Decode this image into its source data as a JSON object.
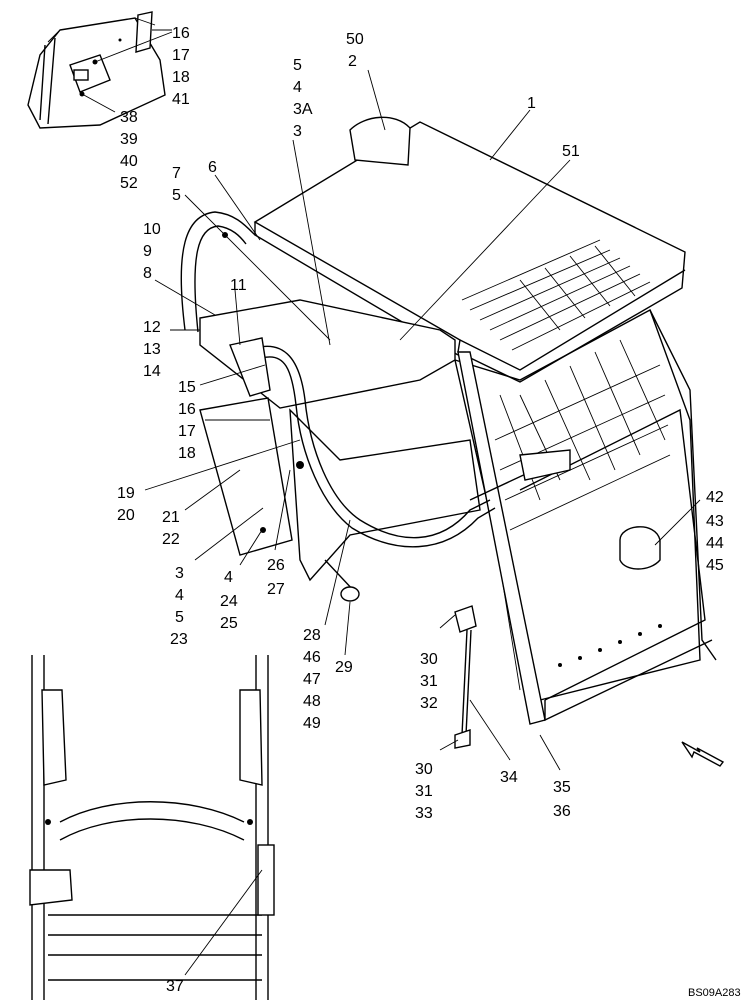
{
  "diagram": {
    "reference_code": "BS09A283",
    "callouts": [
      {
        "id": "c-16a",
        "text": "16"
      },
      {
        "id": "c-17a",
        "text": "17"
      },
      {
        "id": "c-18a",
        "text": "18"
      },
      {
        "id": "c-41",
        "text": "41"
      },
      {
        "id": "c-38",
        "text": "38"
      },
      {
        "id": "c-39",
        "text": "39"
      },
      {
        "id": "c-40",
        "text": "40"
      },
      {
        "id": "c-52",
        "text": "52"
      },
      {
        "id": "c-50",
        "text": "50"
      },
      {
        "id": "c-2",
        "text": "2"
      },
      {
        "id": "c-5a",
        "text": "5"
      },
      {
        "id": "c-4a",
        "text": "4"
      },
      {
        "id": "c-3A",
        "text": "3A"
      },
      {
        "id": "c-3a",
        "text": "3"
      },
      {
        "id": "c-1",
        "text": "1"
      },
      {
        "id": "c-51",
        "text": "51"
      },
      {
        "id": "c-7",
        "text": "7"
      },
      {
        "id": "c-5b",
        "text": "5"
      },
      {
        "id": "c-6",
        "text": "6"
      },
      {
        "id": "c-10",
        "text": "10"
      },
      {
        "id": "c-9",
        "text": "9"
      },
      {
        "id": "c-8",
        "text": "8"
      },
      {
        "id": "c-11",
        "text": "11"
      },
      {
        "id": "c-12",
        "text": "12"
      },
      {
        "id": "c-13",
        "text": "13"
      },
      {
        "id": "c-14",
        "text": "14"
      },
      {
        "id": "c-15",
        "text": "15"
      },
      {
        "id": "c-16b",
        "text": "16"
      },
      {
        "id": "c-17b",
        "text": "17"
      },
      {
        "id": "c-18b",
        "text": "18"
      },
      {
        "id": "c-19",
        "text": "19"
      },
      {
        "id": "c-20",
        "text": "20"
      },
      {
        "id": "c-21",
        "text": "21"
      },
      {
        "id": "c-22",
        "text": "22"
      },
      {
        "id": "c-3b",
        "text": "3"
      },
      {
        "id": "c-4b",
        "text": "4"
      },
      {
        "id": "c-5c",
        "text": "5"
      },
      {
        "id": "c-23",
        "text": "23"
      },
      {
        "id": "c-4c",
        "text": "4"
      },
      {
        "id": "c-24",
        "text": "24"
      },
      {
        "id": "c-25",
        "text": "25"
      },
      {
        "id": "c-26",
        "text": "26"
      },
      {
        "id": "c-27",
        "text": "27"
      },
      {
        "id": "c-28",
        "text": "28"
      },
      {
        "id": "c-46",
        "text": "46"
      },
      {
        "id": "c-47",
        "text": "47"
      },
      {
        "id": "c-48",
        "text": "48"
      },
      {
        "id": "c-49",
        "text": "49"
      },
      {
        "id": "c-29",
        "text": "29"
      },
      {
        "id": "c-30a",
        "text": "30"
      },
      {
        "id": "c-31a",
        "text": "31"
      },
      {
        "id": "c-32",
        "text": "32"
      },
      {
        "id": "c-30b",
        "text": "30"
      },
      {
        "id": "c-31b",
        "text": "31"
      },
      {
        "id": "c-33",
        "text": "33"
      },
      {
        "id": "c-34",
        "text": "34"
      },
      {
        "id": "c-35",
        "text": "35"
      },
      {
        "id": "c-36",
        "text": "36"
      },
      {
        "id": "c-42",
        "text": "42"
      },
      {
        "id": "c-43",
        "text": "43"
      },
      {
        "id": "c-44",
        "text": "44"
      },
      {
        "id": "c-45",
        "text": "45"
      },
      {
        "id": "c-37",
        "text": "37"
      }
    ]
  }
}
